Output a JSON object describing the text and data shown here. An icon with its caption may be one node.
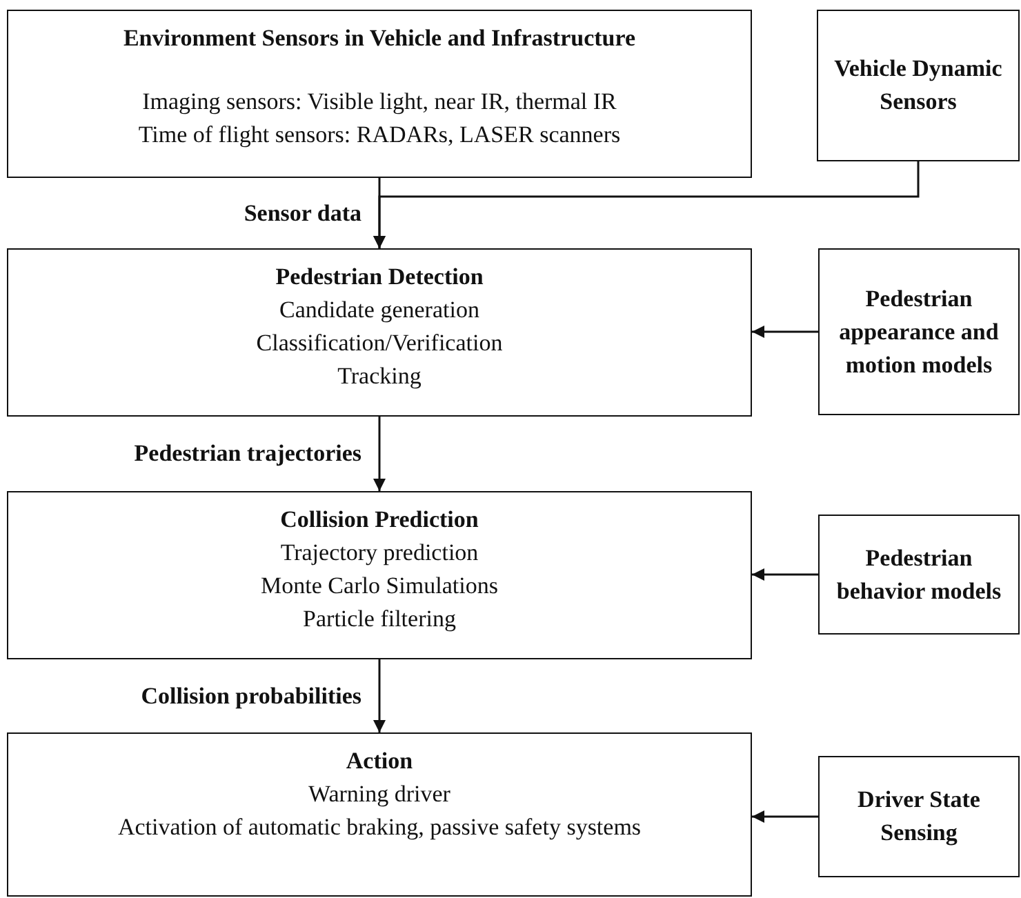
{
  "diagram": {
    "nodes": [
      {
        "text": [
          "Environment Sensors in Vehicle and Infrastructure",
          "Imaging sensors: Visible light, near IR, thermal IR",
          "Time of flight sensors: RADARs, LASER scanners"
        ]
      },
      {
        "text": [
          "Vehicle Dynamic Sensors"
        ]
      },
      {
        "text": [
          "Pedestrian Detection",
          "Candidate generation",
          "Classification/Verification",
          "Tracking"
        ]
      },
      {
        "text": [
          "Pedestrian appearance and motion models"
        ]
      },
      {
        "text": [
          "Collision Prediction",
          "Trajectory prediction",
          "Monte Carlo Simulations",
          "Particle filtering"
        ]
      },
      {
        "text": [
          "Pedestrian behavior models"
        ]
      },
      {
        "text": [
          "Action",
          "Warning driver",
          "Activation of automatic braking, passive safety systems"
        ]
      },
      {
        "text": [
          "Driver State Sensing"
        ]
      }
    ],
    "edges": [
      {
        "from": 0,
        "to": 2,
        "arrow": "to",
        "label": "Sensor data"
      },
      {
        "from": 1,
        "to": 2,
        "arrow": "to"
      },
      {
        "from": 3,
        "to": 2,
        "arrow": "to"
      },
      {
        "from": 2,
        "to": 4,
        "arrow": "to",
        "label": "Pedestrian trajectories"
      },
      {
        "from": 5,
        "to": 4,
        "arrow": "to"
      },
      {
        "from": 4,
        "to": 6,
        "arrow": "to",
        "label": "Collision probabilities"
      },
      {
        "from": 7,
        "to": 6,
        "arrow": "to"
      }
    ]
  }
}
